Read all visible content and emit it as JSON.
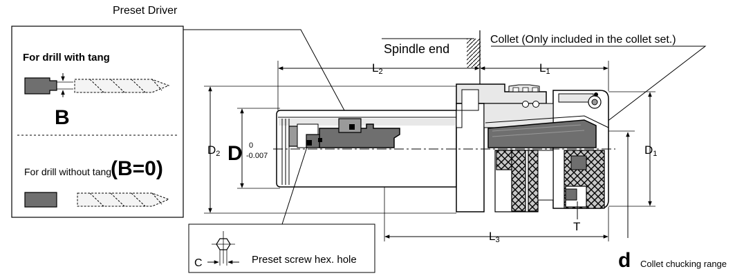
{
  "callouts": {
    "preset_driver": "Preset Driver",
    "spindle_end": "Spindle end",
    "collet": "Collet (Only included in the collet set.)",
    "preset_screw_hex_hole": "Preset screw hex. hole",
    "collet_chucking_range": "Collet chucking range"
  },
  "inset": {
    "with_tang": "For drill with tang",
    "b_label": "B",
    "without_tang": "For drill without tang",
    "b_zero": "(B=0)"
  },
  "dimensions": {
    "l1": "L",
    "l1_sub": "1",
    "l2": "L",
    "l2_sub": "2",
    "l3": "L",
    "l3_sub": "3",
    "d1": "D",
    "d1_sub": "1",
    "d2": "D",
    "d2_sub": "2",
    "d_big": "D",
    "d_upper_tol": "0",
    "d_lower_tol": "-0.007",
    "b": "B",
    "t": "T",
    "c": "C",
    "d_small": "d"
  },
  "colors": {
    "outline": "#000000",
    "body_fill": "#ffffff",
    "body_light": "#e8e8e8",
    "part_dark": "#6f6f6f",
    "part_mid": "#9a9a9a",
    "knurl": "#c8c8c8"
  }
}
